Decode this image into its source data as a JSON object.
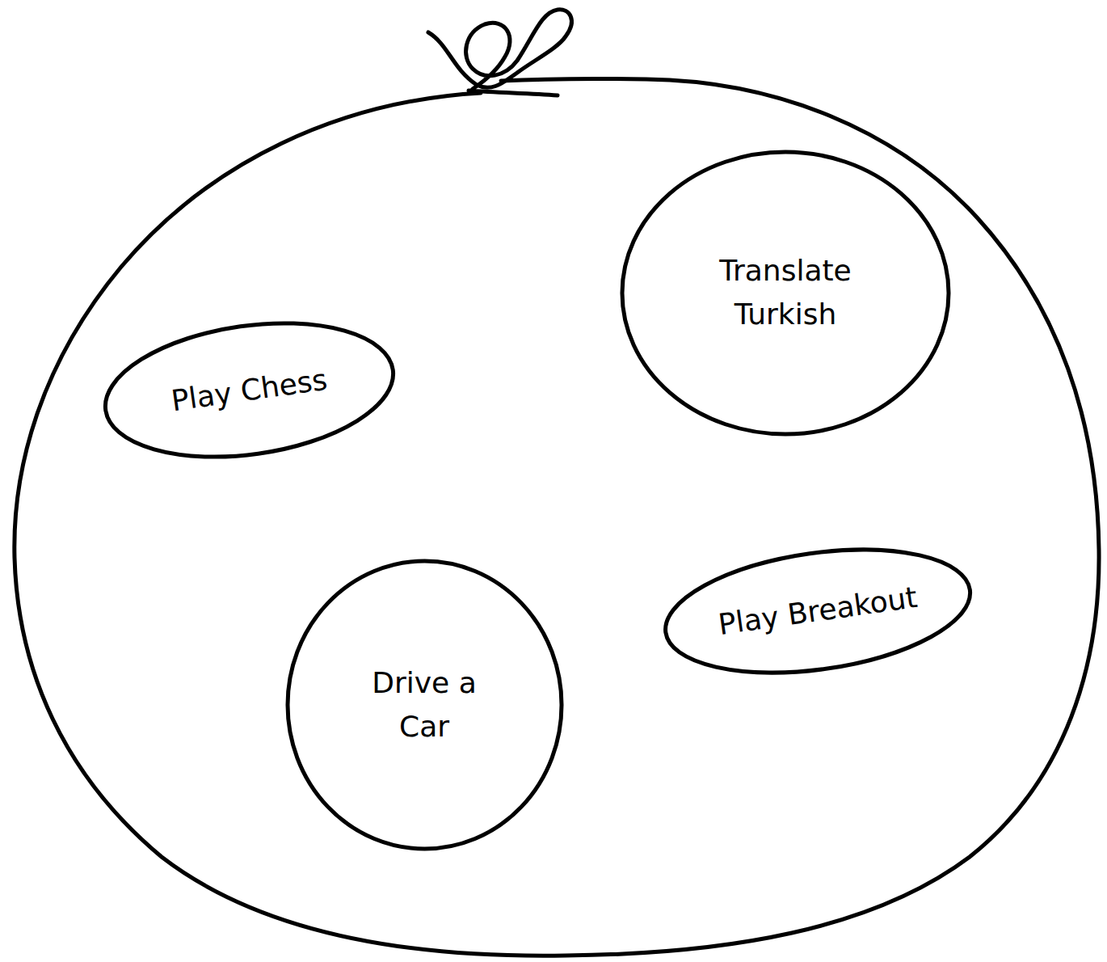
{
  "diagram": {
    "nodes": [
      {
        "text": [
          "Translate Turkish"
        ]
      },
      {
        "text": [
          "Play Chess"
        ]
      },
      {
        "text": [
          "Play Breakout"
        ]
      },
      {
        "text": [
          "Drive a Car"
        ]
      }
    ]
  }
}
